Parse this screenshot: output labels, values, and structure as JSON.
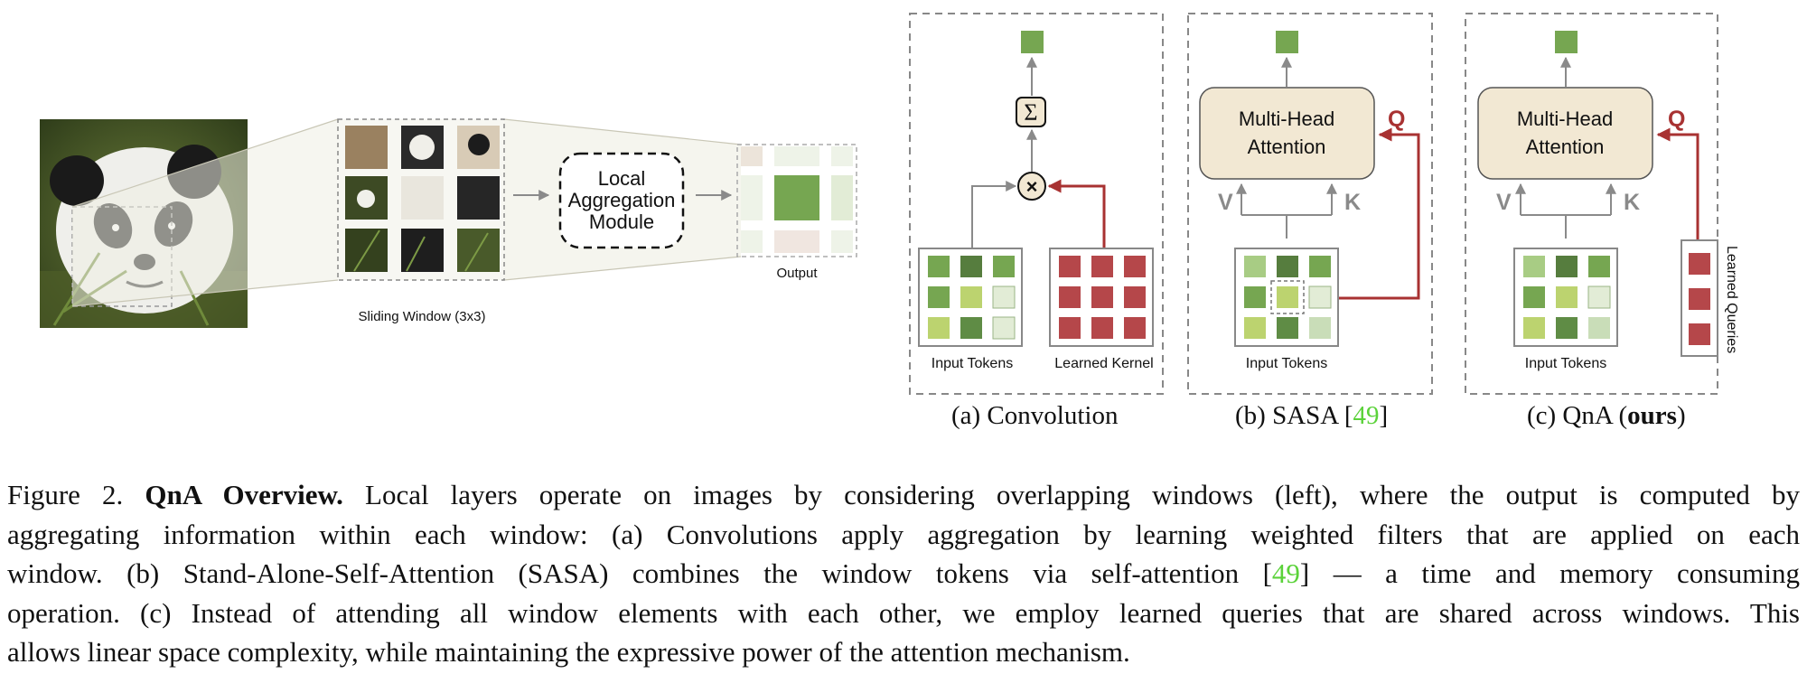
{
  "left_panel": {
    "module_label_lines": [
      "Local",
      "Aggregation",
      "Module"
    ],
    "output_label": "Output",
    "sliding_window_label": "Sliding Window (3x3)"
  },
  "panel_a": {
    "input_label": "Input Tokens",
    "kernel_label": "Learned Kernel",
    "caption": "(a) Convolution"
  },
  "panel_b": {
    "attention_label_lines": [
      "Multi-Head",
      "Attention"
    ],
    "v_label": "V",
    "k_label": "K",
    "q_label": "Q",
    "input_label": "Input Tokens",
    "caption_prefix": "(b) SASA [",
    "caption_ref": "49",
    "caption_suffix": "]"
  },
  "panel_c": {
    "attention_label_lines": [
      "Multi-Head",
      "Attention"
    ],
    "v_label": "V",
    "k_label": "K",
    "q_label": "Q",
    "input_label": "Input Tokens",
    "queries_label": "Learned Queries",
    "caption_prefix": "(c) QnA (",
    "caption_bold": "ours",
    "caption_suffix": ")"
  },
  "caption": {
    "figure_label": "Figure 2.",
    "title": "QnA Overview.",
    "line1_rest": "Local layers operate on images by considering overlapping windows (left), where the output is computed by",
    "line2": "aggregating information within each window: (a) Convolutions apply aggregation by learning weighted filters that are applied on each",
    "line3_pre": "window. (b) Stand-Alone-Self-Attention (SASA) combines the window tokens via self-attention [",
    "line3_ref": "49",
    "line3_post": "] — a time and memory consuming",
    "line4": "operation. (c) Instead of attending all window elements with each other, we employ learned queries that are shared across windows. This",
    "line5": "allows linear space complexity, while maintaining the expressive power of the attention mechanism."
  },
  "colors": {
    "token_green_dark": "#567d3e",
    "token_green_mid": "#76a651",
    "token_green_light": "#a8cc84",
    "token_yellowgreen": "#bcd36f",
    "token_pale": "#e2ecd6",
    "kernel_red": "#b5474a",
    "attention_fill": "#f2e8d3",
    "arrow_red": "#a83232",
    "reference_green": "#5bd23a"
  }
}
